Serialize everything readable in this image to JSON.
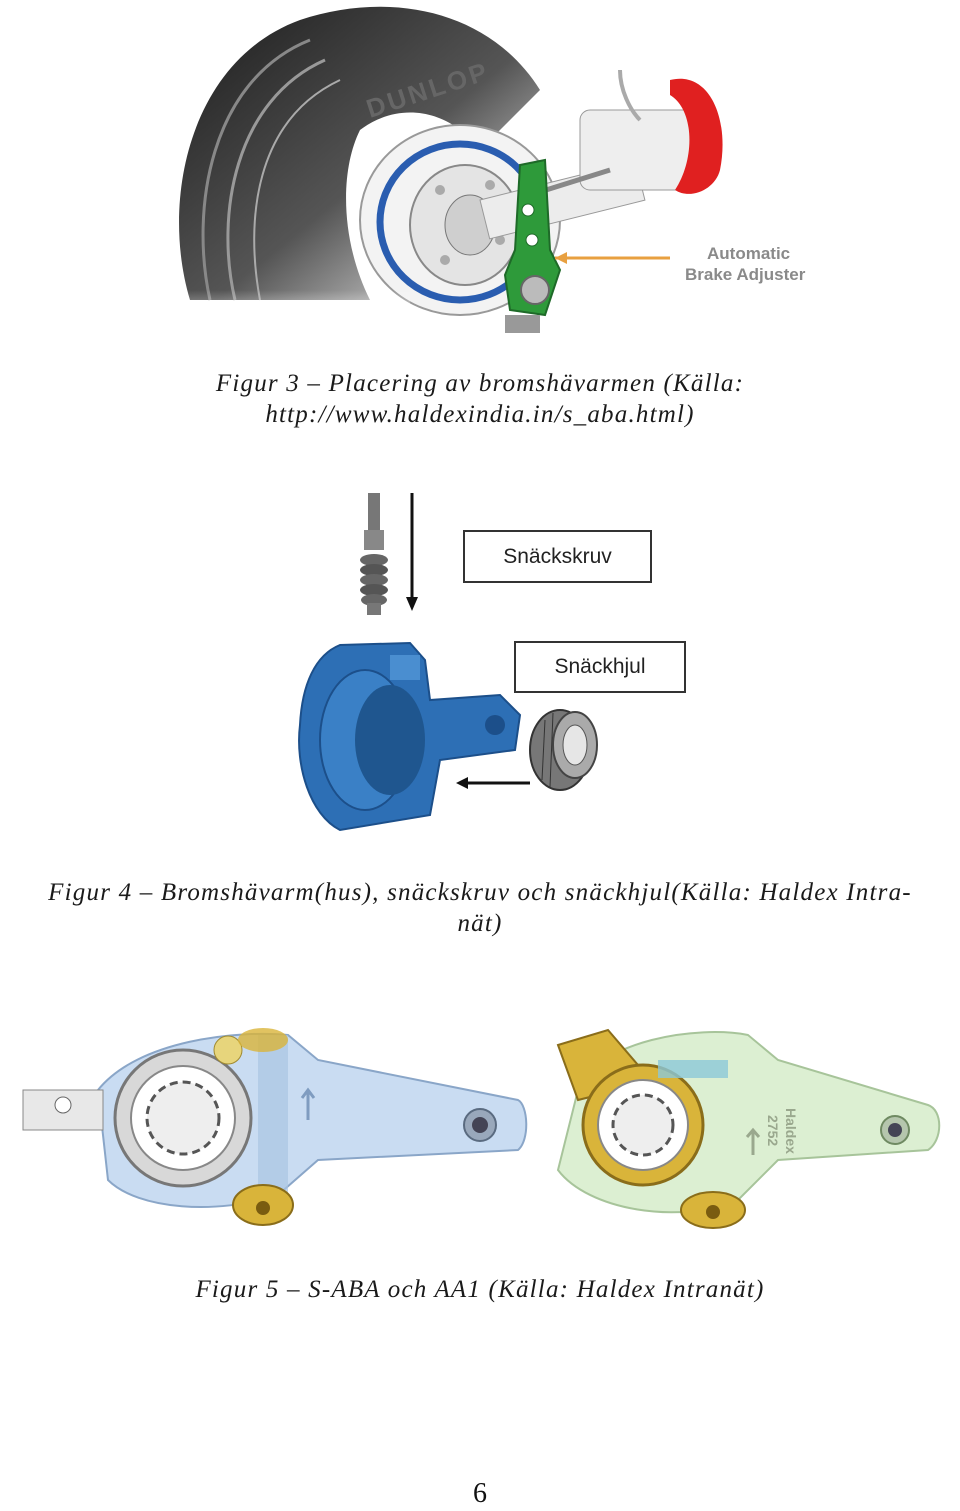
{
  "figure3": {
    "callout_line1": "Automatic",
    "callout_line2": "Brake Adjuster",
    "tire_brand": "DUNLOP",
    "caption_line1": "Figur 3 – Placering av bromshävarmen (Källa:",
    "caption_line2": "http://www.haldexindia.in/s_aba.html)"
  },
  "figure4": {
    "label_worm": "Snäckskruv",
    "label_wheel": "Snäckhjul",
    "caption_line1": "Figur 4 – Bromshävarm(hus), snäckskruv och snäckhjul(Källa: Haldex Intra-",
    "caption_line2": "nät)"
  },
  "figure5": {
    "housing_text_brand": "Haldex",
    "housing_text_number": "2752",
    "caption": "Figur 5 – S-ABA och AA1 (Källa: Haldex Intranät)"
  },
  "page_number": "6",
  "colors": {
    "adjuster_green": "#2e9a3a",
    "housing_blue": "#2d6fb5",
    "callout_orange": "#e8a040",
    "red_chamber": "#e02020",
    "aba_blue": "#c9dcf2",
    "aa1_green": "#dcefd2",
    "gold": "#d9b43a"
  }
}
